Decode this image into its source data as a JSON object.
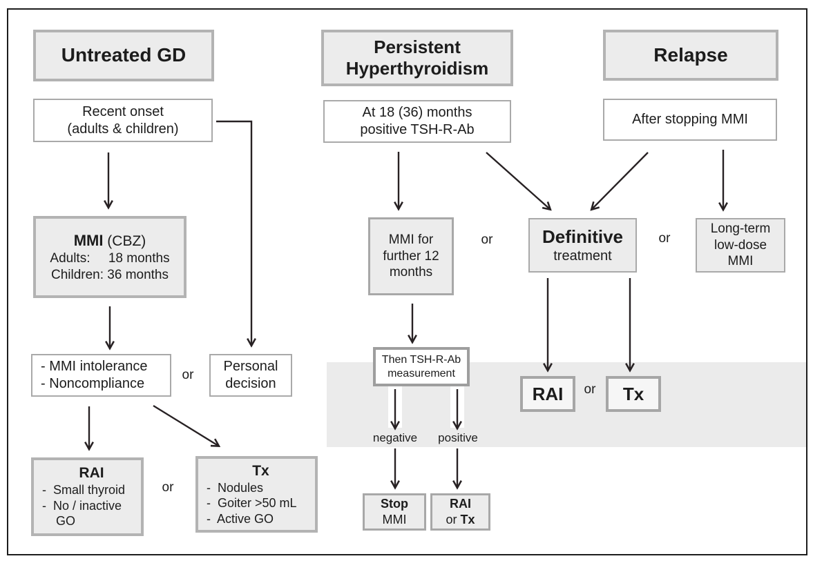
{
  "labels": {
    "or": "or"
  },
  "headers": {
    "untreated_gd": "Untreated GD",
    "persistent_1": "Persistent",
    "persistent_2": "Hyperthyroidism",
    "relapse": "Relapse"
  },
  "nodes": {
    "recent_onset": [
      "Recent onset",
      "(adults & children)"
    ],
    "at_18_months": [
      "At 18 (36) months",
      "positive TSH-R-Ab"
    ],
    "after_stopping_mmi": "After stopping MMI",
    "mmi_cbz": {
      "title_bold": "MMI",
      "title_rest": " (CBZ)",
      "row1": "Adults:     18 months",
      "row2": "Children: 36 months"
    },
    "mmi_intolerance": [
      "- MMI intolerance",
      "- Noncompliance"
    ],
    "personal_decision": [
      "Personal",
      "decision"
    ],
    "rai_detail": {
      "title": "RAI",
      "items": [
        "-  Small thyroid",
        "-  No / inactive",
        "    GO"
      ]
    },
    "tx_detail": {
      "title": "Tx",
      "items": [
        "-  Nodules",
        "-  Goiter >50 mL",
        "-  Active GO"
      ]
    },
    "mmi_further": [
      "MMI for",
      "further 12",
      "months"
    ],
    "definitive": {
      "title": "Definitive",
      "subtitle": "treatment"
    },
    "long_term": [
      "Long-term",
      "low-dose",
      "MMI"
    ],
    "then_tshrab": [
      "Then TSH-R-Ab",
      "measurement"
    ],
    "negative": "negative",
    "positive": "positive",
    "stop_mmi": {
      "line1": "Stop",
      "line2": "MMI"
    },
    "rai_or_tx": {
      "line1": "RAI",
      "line2_or": "or ",
      "line2_tx": "Tx"
    },
    "rai_big": "RAI",
    "tx_big": "Tx"
  }
}
